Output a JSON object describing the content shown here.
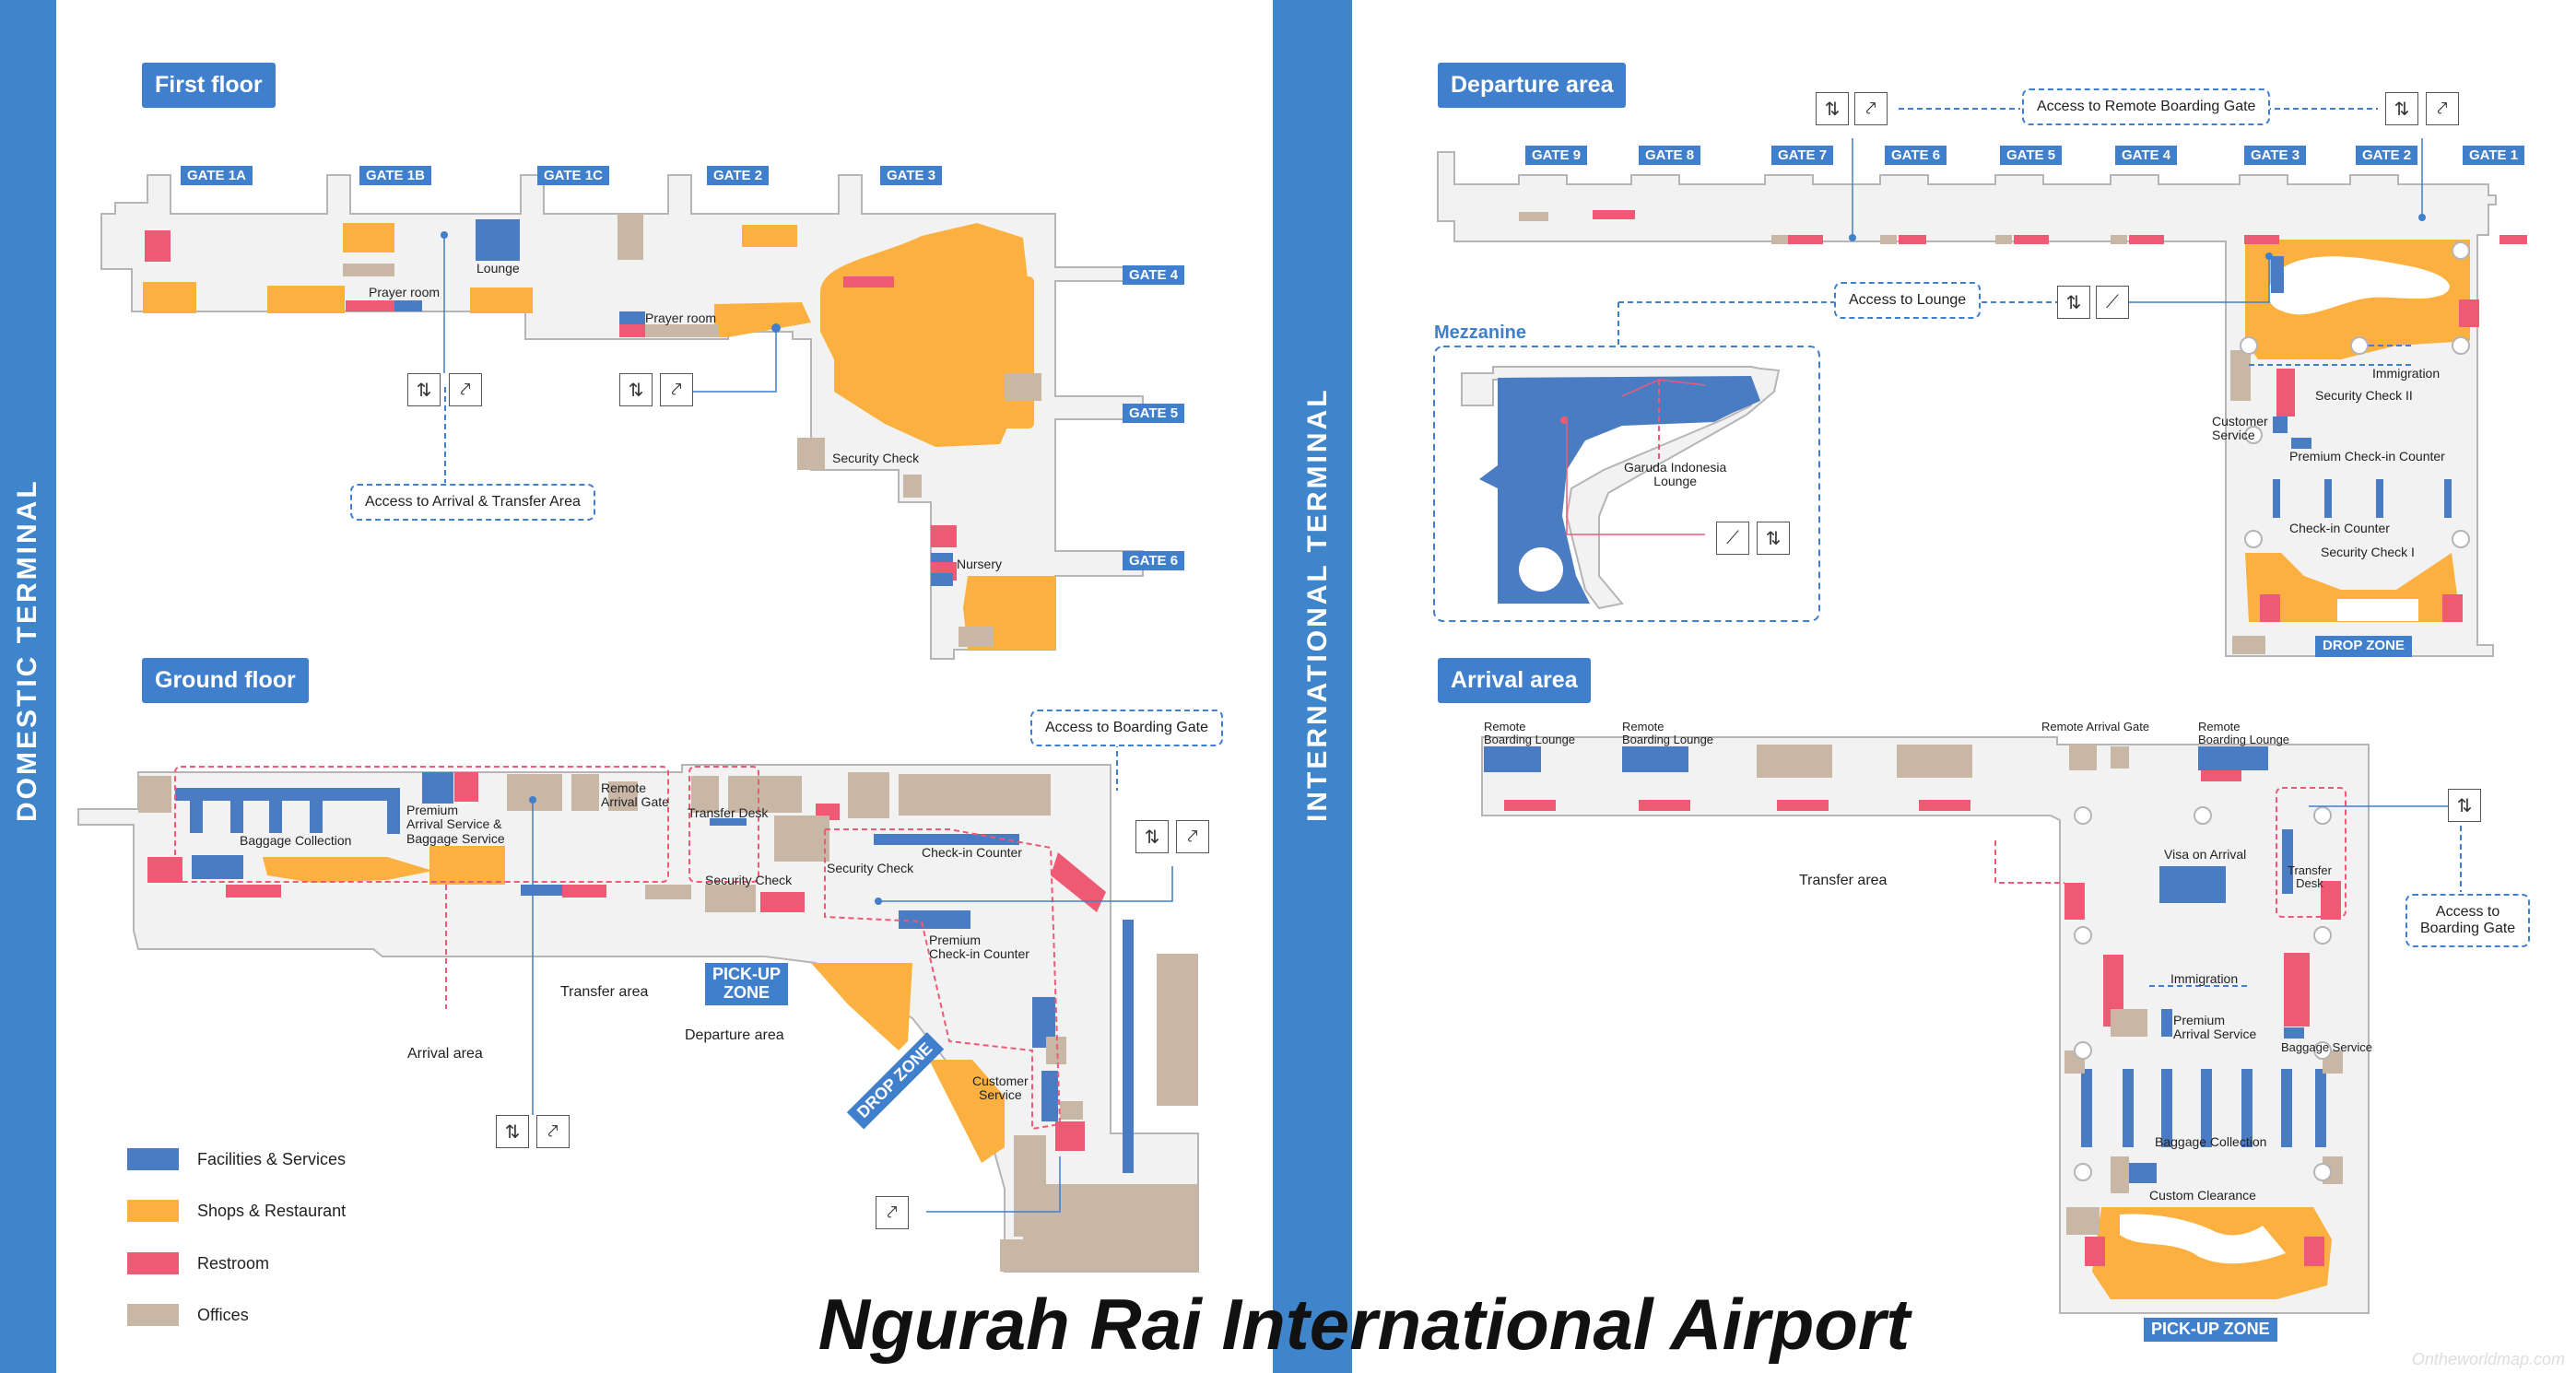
{
  "title": "Ngurah Rai International Airport",
  "terminals": {
    "domestic": "DOMESTIC TERMINAL",
    "international": "INTERNATIONAL TERMINAL"
  },
  "sections": {
    "first_floor": "First floor",
    "ground_floor": "Ground floor",
    "departure_area": "Departure area",
    "arrival_area": "Arrival area",
    "mezzanine": "Mezzanine"
  },
  "domestic_first_gates": [
    "GATE 1A",
    "GATE 1B",
    "GATE 1C",
    "GATE 2",
    "GATE 3",
    "GATE 4",
    "GATE 5",
    "GATE 6"
  ],
  "domestic_first_labels": {
    "lounge": "Lounge",
    "prayer_room_1": "Prayer room",
    "prayer_room_2": "Prayer room",
    "security_check": "Security Check",
    "nursery": "Nursery",
    "access_arrival_transfer": "Access to Arrival & Transfer Area"
  },
  "domestic_ground_labels": {
    "baggage_collection": "Baggage Collection",
    "premium_arrival": "Premium\nArrival Service &\nBaggage Service",
    "remote_arrival_gate": "Remote\nArrival Gate",
    "transfer_desk": "Transfer Desk",
    "security_check_1": "Security Check",
    "security_check_2": "Security Check",
    "checkin_counter": "Check-in Counter",
    "premium_checkin": "Premium\nCheck-in Counter",
    "access_boarding_gate": "Access to Boarding Gate",
    "pickup_zone": "PICK-UP\nZONE",
    "drop_zone": "DROP ZONE",
    "transfer_area": "Transfer area",
    "departure_area": "Departure area",
    "arrival_area": "Arrival area",
    "customer_service": "Customer\nService"
  },
  "legend": [
    {
      "label": "Facilities & Services",
      "color": "#4a7cc4"
    },
    {
      "label": "Shops & Restaurant",
      "color": "#fbb040"
    },
    {
      "label": "Restroom",
      "color": "#ee5a73"
    },
    {
      "label": "Offices",
      "color": "#c9b7a6"
    }
  ],
  "intl_departure_gates": [
    "GATE 9",
    "GATE 8",
    "GATE 7",
    "GATE 6",
    "GATE 5",
    "GATE 4",
    "GATE 3",
    "GATE 2",
    "GATE 1"
  ],
  "intl_departure_labels": {
    "access_remote_boarding": "Access to Remote Boarding Gate",
    "access_lounge": "Access to Lounge",
    "garuda_lounge": "Garuda Indonesia\nLounge",
    "immigration": "Immigration",
    "security_check_2": "Security Check II",
    "customer_service": "Customer\nService",
    "premium_checkin": "Premium Check-in Counter",
    "checkin_counter": "Check-in Counter",
    "security_check_1": "Security Check I",
    "drop_zone": "DROP ZONE"
  },
  "intl_arrival_labels": {
    "remote_lounge_1": "Remote\nBoarding Lounge",
    "remote_lounge_2": "Remote\nBoarding Lounge",
    "remote_arrival_gate": "Remote Arrival Gate",
    "remote_lounge_3": "Remote\nBoarding Lounge",
    "transfer_area": "Transfer area",
    "visa_on_arrival": "Visa on Arrival",
    "transfer_desk": "Transfer\nDesk",
    "access_boarding_gate": "Access to\nBoarding Gate",
    "immigration": "Immigration",
    "premium_arrival": "Premium\nArrival Service",
    "baggage_service": "Baggage Service",
    "baggage_collection": "Baggage Collection",
    "custom_clearance": "Custom Clearance",
    "pickup_zone": "PICK-UP ZONE"
  },
  "icons": {
    "elevator": "elevator-icon",
    "escalator": "escalator-icon",
    "stairs": "stairs-icon"
  },
  "watermark": "Ontheworldmap.com"
}
